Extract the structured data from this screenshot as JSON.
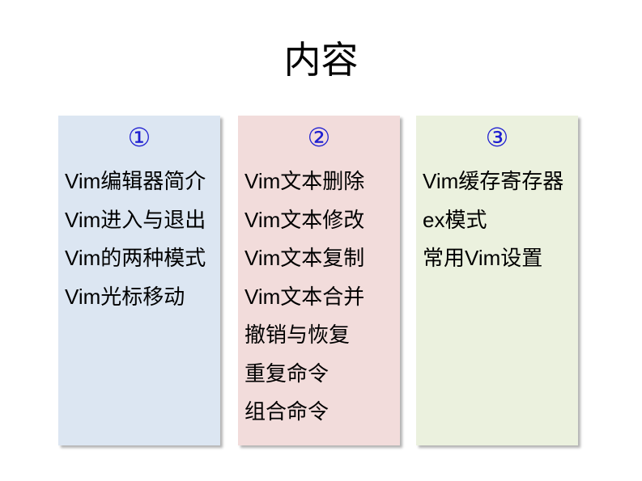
{
  "title": "内容",
  "badge_color": "#1f1fd1",
  "columns": [
    {
      "badge": "①",
      "bg_color": "#dce6f2",
      "items": [
        "Vim编辑器简介",
        "Vim进入与退出",
        "Vim的两种模式",
        "Vim光标移动"
      ]
    },
    {
      "badge": "②",
      "bg_color": "#f2dcdb",
      "items": [
        "Vim文本删除",
        "Vim文本修改",
        "Vim文本复制",
        "Vim文本合并",
        "撤销与恢复",
        "重复命令",
        "组合命令"
      ]
    },
    {
      "badge": "③",
      "bg_color": "#ebf1de",
      "items": [
        "Vim缓存寄存器",
        "ex模式",
        "常用Vim设置"
      ]
    }
  ]
}
